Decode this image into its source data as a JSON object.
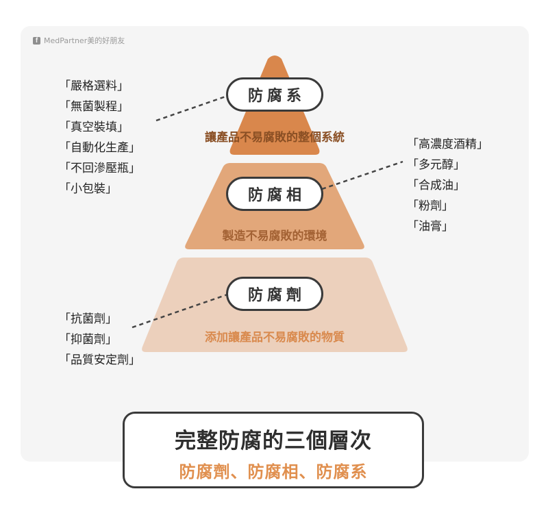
{
  "credit": {
    "icon": "facebook-icon",
    "text": "MedPartner美的好朋友"
  },
  "tiers": [
    {
      "label": "防腐系",
      "description": "讓產品不易腐敗的整個系統",
      "fill": "#d9874c",
      "text_color": "#8a4f24"
    },
    {
      "label": "防腐相",
      "description": "製造不易腐敗的環境",
      "fill": "#e2a77a",
      "text_color": "#a36234"
    },
    {
      "label": "防腐劑",
      "description": "添加讓產品不易腐敗的物質",
      "fill": "#ecd0bc",
      "text_color": "#d98a4e"
    }
  ],
  "lists": {
    "system": [
      "「嚴格選料」",
      "「無菌製程」",
      "「真空裝填」",
      "「自動化生產」",
      "「不回滲壓瓶」",
      "「小包裝」"
    ],
    "phase": [
      "「高濃度酒精」",
      "「多元醇」",
      "「合成油」",
      "「粉劑」",
      "「油膏」"
    ],
    "agent": [
      "「抗菌劑」",
      "「抑菌劑」",
      "「品質安定劑」"
    ]
  },
  "summary": {
    "title": "完整防腐的三個層次",
    "subtitle": "防腐劑、防腐相、防腐系"
  }
}
